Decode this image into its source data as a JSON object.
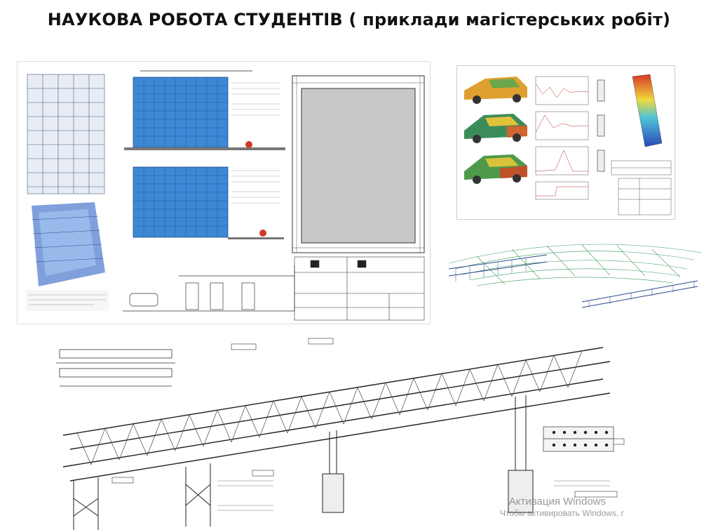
{
  "slide": {
    "title": "НАУКОВА РОБОТА СТУДЕНТІВ  ( приклади магістерських робіт)"
  },
  "watermark": {
    "line1": "Активация Windows",
    "line2": "Чтобы активировать Windows, г"
  },
  "colors": {
    "facade_blue": "#3d87d4",
    "frame_steel": "#4a5a78",
    "accent_red": "#d03a2a"
  }
}
